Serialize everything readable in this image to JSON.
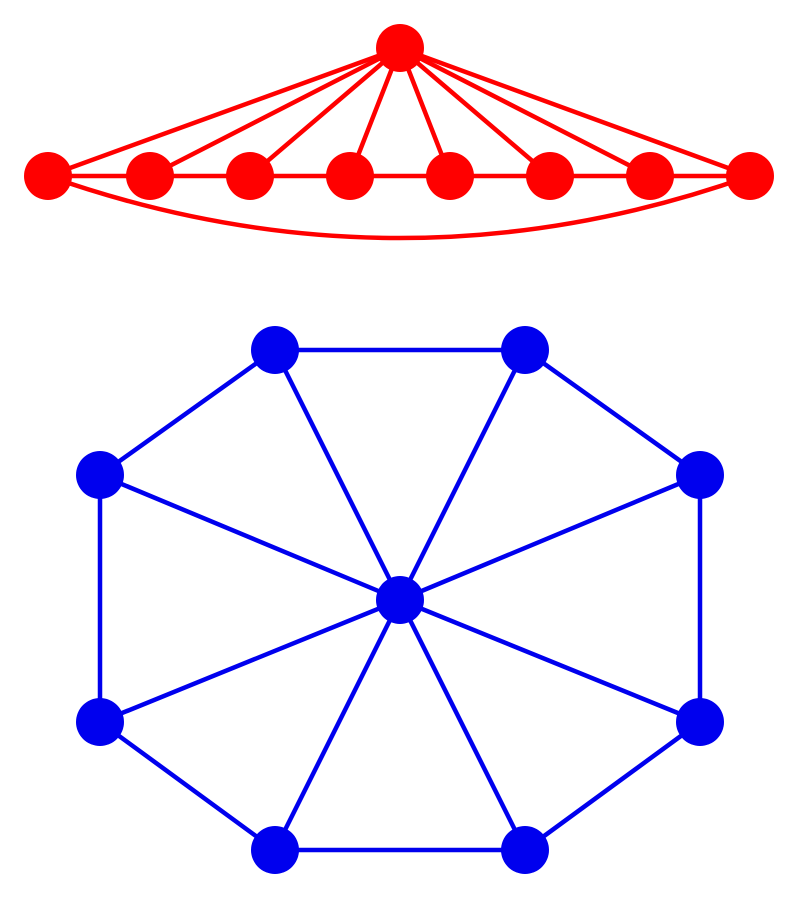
{
  "colors": {
    "red": "#ff0000",
    "blue": "#0000ee"
  },
  "graphs": [
    {
      "id": "red-graph",
      "color_key": "red",
      "node_count": 9,
      "nodes": [
        "apex",
        "n1",
        "n2",
        "n3",
        "n4",
        "n5",
        "n6",
        "n7",
        "n8"
      ],
      "edges": [
        [
          "apex",
          "n1"
        ],
        [
          "apex",
          "n2"
        ],
        [
          "apex",
          "n3"
        ],
        [
          "apex",
          "n4"
        ],
        [
          "apex",
          "n5"
        ],
        [
          "apex",
          "n6"
        ],
        [
          "apex",
          "n7"
        ],
        [
          "apex",
          "n8"
        ],
        [
          "n1",
          "n2"
        ],
        [
          "n2",
          "n3"
        ],
        [
          "n3",
          "n4"
        ],
        [
          "n4",
          "n5"
        ],
        [
          "n5",
          "n6"
        ],
        [
          "n6",
          "n7"
        ],
        [
          "n7",
          "n8"
        ],
        [
          "n1",
          "n8"
        ]
      ]
    },
    {
      "id": "blue-graph",
      "color_key": "blue",
      "node_count": 9,
      "nodes": [
        "hub",
        "r1",
        "r2",
        "r3",
        "r4",
        "r5",
        "r6",
        "r7",
        "r8"
      ],
      "edges": [
        [
          "hub",
          "r1"
        ],
        [
          "hub",
          "r2"
        ],
        [
          "hub",
          "r3"
        ],
        [
          "hub",
          "r4"
        ],
        [
          "hub",
          "r5"
        ],
        [
          "hub",
          "r6"
        ],
        [
          "hub",
          "r7"
        ],
        [
          "hub",
          "r8"
        ],
        [
          "r1",
          "r2"
        ],
        [
          "r2",
          "r3"
        ],
        [
          "r3",
          "r4"
        ],
        [
          "r4",
          "r5"
        ],
        [
          "r5",
          "r6"
        ],
        [
          "r6",
          "r7"
        ],
        [
          "r7",
          "r8"
        ],
        [
          "r8",
          "r1"
        ]
      ]
    }
  ]
}
